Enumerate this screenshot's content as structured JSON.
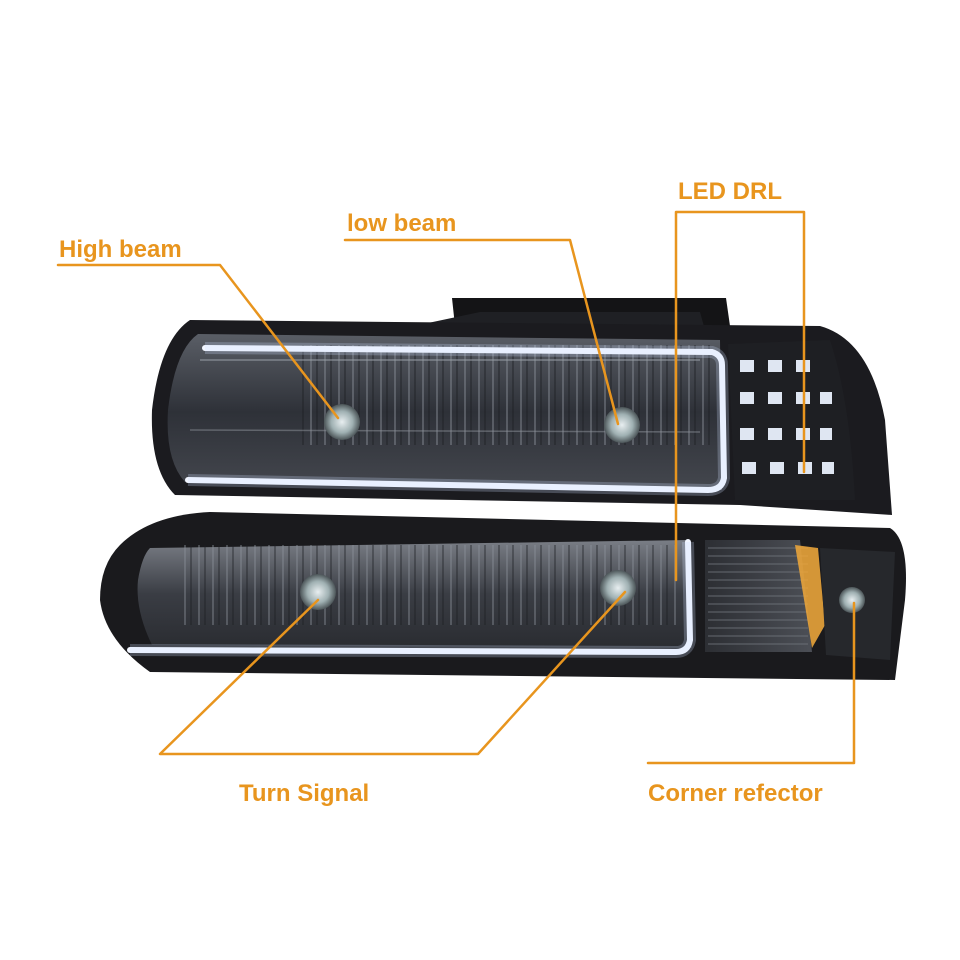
{
  "labels": {
    "high_beam": "High beam",
    "low_beam": "low beam",
    "led_drl": "LED DRL",
    "turn_signal": "Turn Signal",
    "corner_reflector": "Corner refector"
  },
  "colors": {
    "accent": "#e8951e",
    "housing": "#1b1b1f",
    "lens": "#3c3f46",
    "drl": "#f2f6ff",
    "amber": "#e9a43b"
  }
}
